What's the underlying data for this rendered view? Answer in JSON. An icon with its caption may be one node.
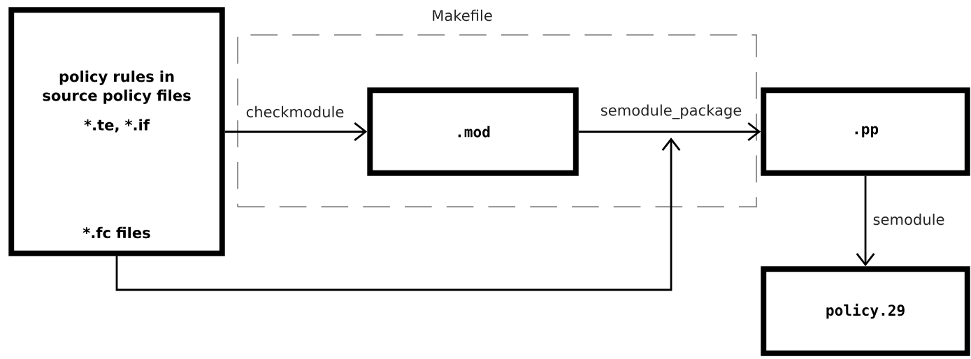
{
  "diagram": {
    "nodes": [
      {
        "text": [
          "policy rules in source policy files",
          "*.te,  *.if",
          "*.fc files"
        ]
      },
      {
        "text": [
          "Makefile"
        ]
      },
      {
        "text": [
          ".mod"
        ],
        "in": 1
      },
      {
        "text": [
          ".pp"
        ]
      },
      {
        "text": [
          "policy.29"
        ]
      }
    ],
    "edges": [
      {
        "from": 0,
        "to": 2,
        "arrow": "to",
        "label": "checkmodule"
      },
      {
        "from": 2,
        "to": 3,
        "arrow": "to",
        "label": "semodule_package"
      },
      {
        "from": 3,
        "to": 4,
        "arrow": "to",
        "label": "semodule"
      },
      {
        "from": 0,
        "to": null,
        "arrow": "to"
      }
    ]
  }
}
